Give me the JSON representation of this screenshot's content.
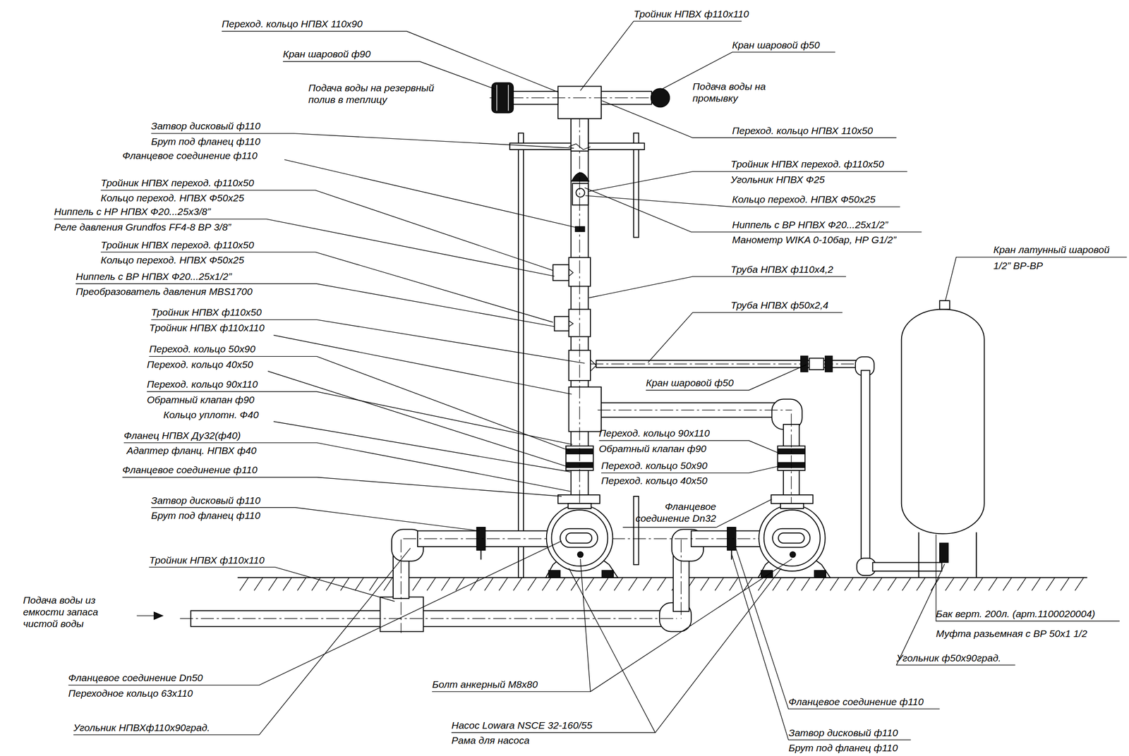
{
  "diagram": {
    "labels": [
      "Переход. кольцо НПВХ 110х90",
      "Кран шаровой ф90",
      "Подача воды на резервный полив в теплицу",
      "Затвор дисковый ф110",
      "Брут под фланец ф110",
      "Фланцевое соединение ф110",
      "Тройник НПВХ переход. ф110х50",
      "Кольцо переход. НПВХ Ф50х25",
      "Ниппель с НР НПВХ Ф20...25х3/8”",
      "Реле давления Grundfos FF4-8 ВР 3/8”",
      "Тройник НПВХ переход. ф110х50",
      "Кольцо переход. НПВХ Ф50х25",
      "Ниппель с ВР НПВХ Ф20...25х1/2”",
      "Преобразователь давления MBS1700",
      "Тройник НПВХ ф110х50",
      "Тройник НПВХ ф110х110",
      "Переход. кольцо 50х90",
      "Переход. кольцо 40х50",
      "Переход. кольцо 90х110",
      "Обратный клапан ф90",
      "Кольцо уплотн. Ф40",
      "Фланец НПВХ Ду32(ф40)",
      "Адаптер фланц. НПВХ ф40",
      "Фланцевое соединение ф110",
      "Затвор дисковый ф110",
      "Брут под фланец ф110",
      "Тройник НПВХ ф110х110",
      "Подача воды из емкости запаса чистой воды",
      "Фланцевое соединение Dn50",
      "Переходное кольцо 63х110",
      "Угольник НПВХф110х90град.",
      "Тройник НПВХ ф110х110",
      "Кран шаровой ф50",
      "Подача воды на промывку",
      "Переход. кольцо НПВХ 110х50",
      "Тройник НПВХ переход. ф110х50",
      "Угольник НПВХ Ф25",
      "Кольцо переход. НПВХ Ф50х25",
      "Ниппель с ВР НПВХ Ф20...25х1/2”",
      "Манометр WIKA 0-10бар, НР G1/2”",
      "Труба НПВХ ф110х4,2",
      "Труба НПВХ ф50х2,4",
      "Кран латунный шаровой",
      "1/2” ВР-ВР",
      "Кран шаровой ф50",
      "Переход. кольцо 90х110",
      "Обратный клапан ф90",
      "Переход. кольцо 50х90",
      "Переход. кольцо 40х50",
      "Фланцевое соединение Dn32",
      "Бак верт. 200л. (арт.1100020004)",
      "Муфта разьемная с ВР 50х1 1/2",
      "Угольник ф50х90град.",
      "Болт анкерный М8х80",
      "Фланцевое соединение ф110",
      "Насос Lowara NSCE 32-160/55",
      "Рама для насоса",
      "Затвор дисковый ф110",
      "Брут под фланец ф110"
    ]
  }
}
